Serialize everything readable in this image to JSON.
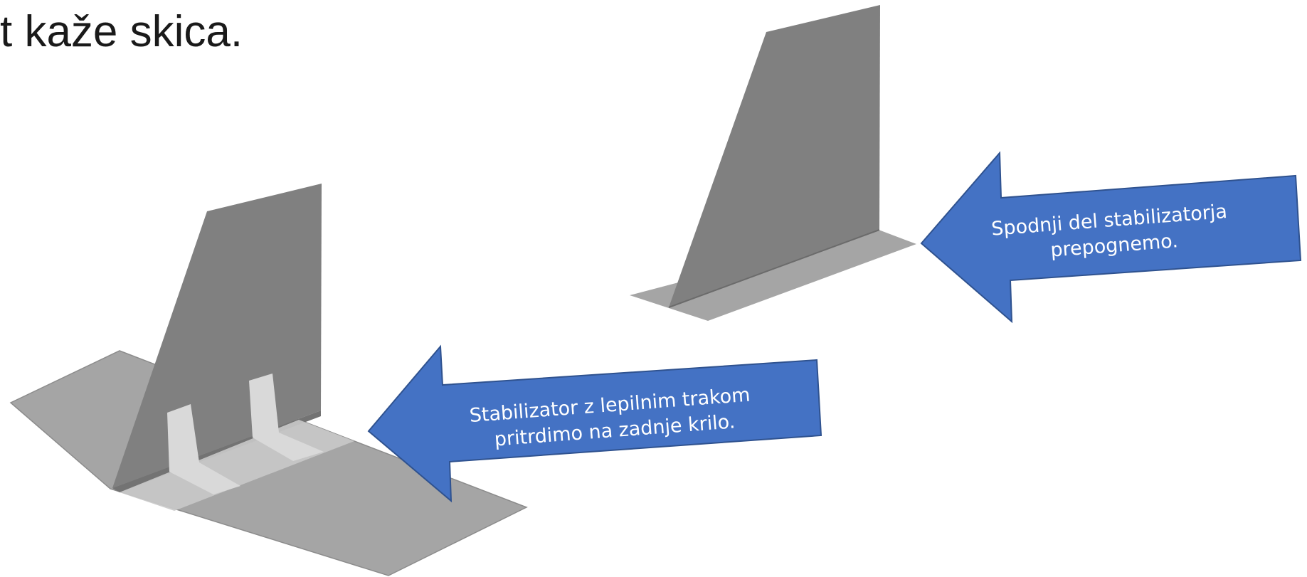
{
  "heading": {
    "text": "t kaže skica."
  },
  "callouts": [
    {
      "id": "fold",
      "lines": [
        "Spodnji del stabilizatorja",
        "prepognemo."
      ]
    },
    {
      "id": "attach",
      "lines": [
        "Stabilizator z lepilnim trakom",
        "pritrdimo na zadnje krilo."
      ]
    }
  ],
  "colors": {
    "callout_fill": "#4472c4",
    "callout_border": "#2f528f",
    "fin": "#808080",
    "wing": "#a5a5a5",
    "tape": "#d9d9d9"
  }
}
